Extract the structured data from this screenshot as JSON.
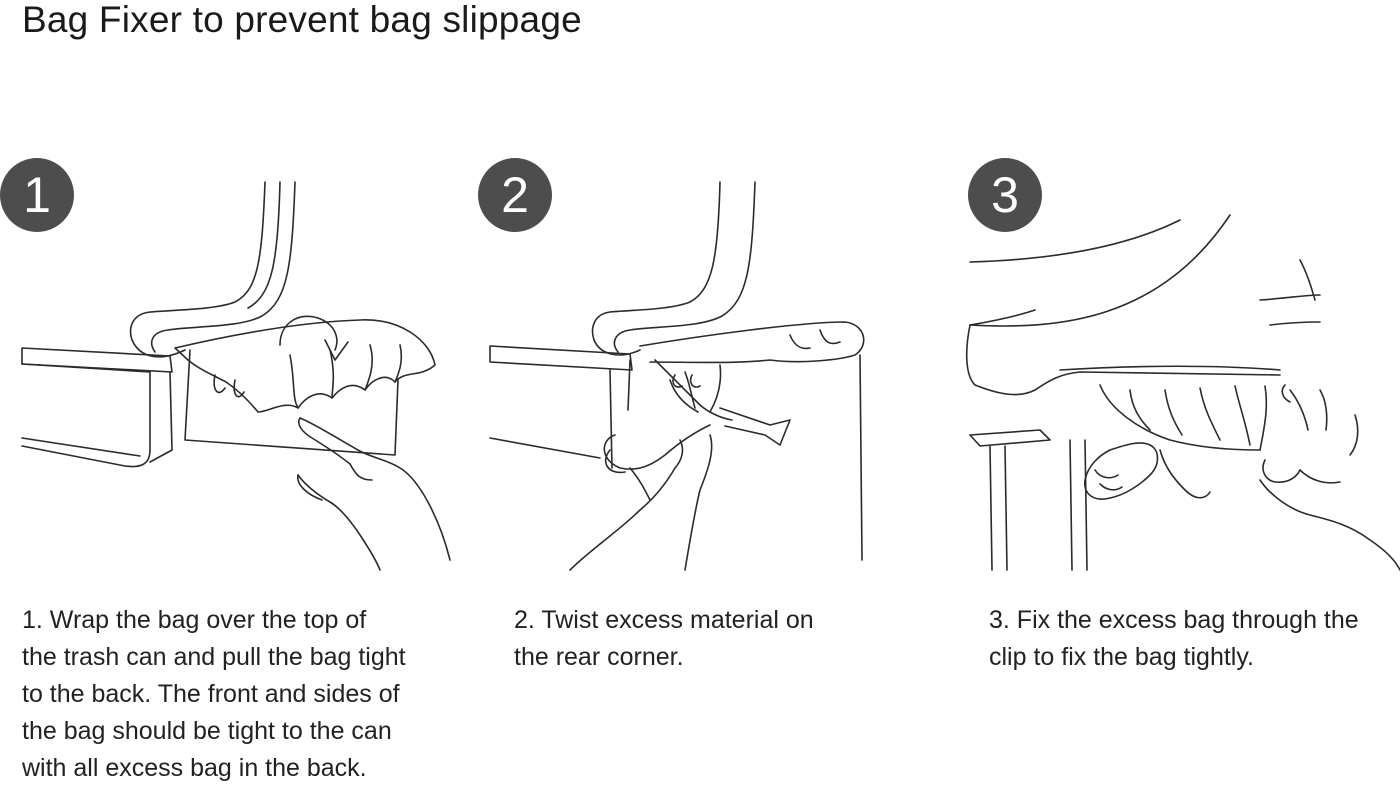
{
  "title": "Bag Fixer to prevent bag slippage",
  "steps": [
    {
      "number": "1",
      "lines": [
        "1. Wrap the bag over the top of",
        "the trash can and pull the bag tight",
        "to the back. The front and sides of",
        "the bag should be tight to the can",
        "with all excess bag in the back."
      ]
    },
    {
      "number": "2",
      "lines": [
        "2. Twist excess material on",
        "the rear corner."
      ]
    },
    {
      "number": "3",
      "lines": [
        "3. Fix the excess bag through the",
        "clip to fix the bag tightly."
      ]
    }
  ]
}
